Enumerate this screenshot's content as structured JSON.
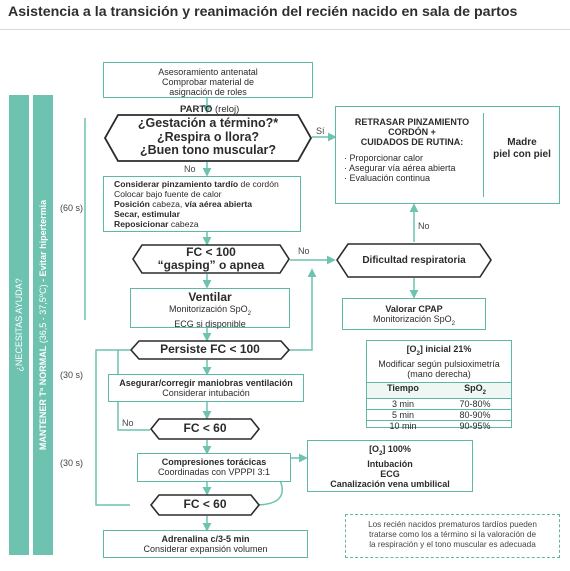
{
  "title": "Asistencia a la transición y reanimación del recién nacido en sala de partos",
  "strips": {
    "help": "¿NECESITAS AYUDA?",
    "maintain_bold": "MANTENER  Tª NORMAL",
    "maintain_range": "(36,5 - 37,5ºC)",
    "maintain_tail": " - Evitar hipertermia"
  },
  "times": {
    "t60": "(60 s)",
    "t30a": "(30 s)",
    "t30b": "(30 s)"
  },
  "nodes": {
    "antenatal": [
      "Asesoramiento antenatal",
      "Comprobar material de",
      "asignación de roles"
    ],
    "parto_bold": "PARTO",
    "parto_rest": " (reloj)",
    "gestacion": [
      "¿Gestación a término?*",
      "¿Respira o llora?",
      "¿Buen tono muscular?"
    ],
    "initial": [
      {
        "bold": "Considerar pinzamiento tardío",
        "rest": " de cordón"
      },
      {
        "bold": "",
        "rest": "Colocar bajo fuente de calor"
      },
      {
        "bold": "Posición",
        "rest": " cabeza, ",
        "bold2": "vía aérea abierta"
      },
      {
        "bold": "Secar, estimular",
        "rest": ""
      },
      {
        "bold": "Reposicionar",
        "rest": " cabeza"
      }
    ],
    "fc100": [
      "FC < 100",
      "“gasping” o apnea"
    ],
    "ventilar": {
      "title": "Ventilar",
      "l1": "Monitorización SpO",
      "sub": "2",
      "l2": "ECG si disponible"
    },
    "persiste": "Persiste FC < 100",
    "asegurar": {
      "title": "Asegurar/corregir maniobras ventilación",
      "sub": "Considerar intubación"
    },
    "fc60a": "FC < 60",
    "compresiones": {
      "title": "Compresiones torácicas",
      "sub": "Coordinadas con VPPPI 3:1"
    },
    "fc60b": "FC < 60",
    "adrenalina": {
      "title": "Adrenalina c/3-5 min",
      "sub": "Considerar expansión volumen"
    },
    "retrasar": {
      "head": [
        "RETRASAR PINZAMIENTO",
        "CORDÓN +",
        "CUIDADOS DE RUTINA:"
      ],
      "items": [
        "· Proporcionar calor",
        "· Asegurar vía aérea abierta",
        "· Evaluación continua"
      ],
      "side": [
        "Madre",
        "piel con piel"
      ]
    },
    "dificultad": "Dificultad respiratoria",
    "cpap": {
      "title": "Valorar CPAP",
      "l1": "Monitorización SpO",
      "sub": "2"
    },
    "o2box": {
      "title": "[O",
      "title_sub": "2",
      "title_rest": "] 100%",
      "lines": [
        "Intubación",
        "ECG",
        "Canalización vena umbilical"
      ]
    },
    "note": [
      "Los recién nacidos prematuros tardíos pueden",
      "tratarse como los a término si la valoración de",
      "la respiración y el tono muscular es adecuada"
    ]
  },
  "spo2_table": {
    "head1": "[O",
    "head1_sub": "2",
    "head1_rest": "] inicial 21%",
    "head2": "Modificar según pulsioximetría",
    "head3": "(mano derecha)",
    "col1": "Tiempo",
    "col2": "SpO",
    "col2_sub": "2",
    "rows": [
      {
        "t": "3 min",
        "v": "70-80%"
      },
      {
        "t": "5 min",
        "v": "80-90%"
      },
      {
        "t": "10 min",
        "v": "90-95%"
      }
    ]
  },
  "edges": {
    "si": "Sí",
    "no1": "No",
    "no2": "No",
    "no3": "No",
    "no4": "No"
  },
  "colors": {
    "accent": "#6dc2b0",
    "border": "#5fb8a6",
    "text": "#2b2b2b"
  }
}
